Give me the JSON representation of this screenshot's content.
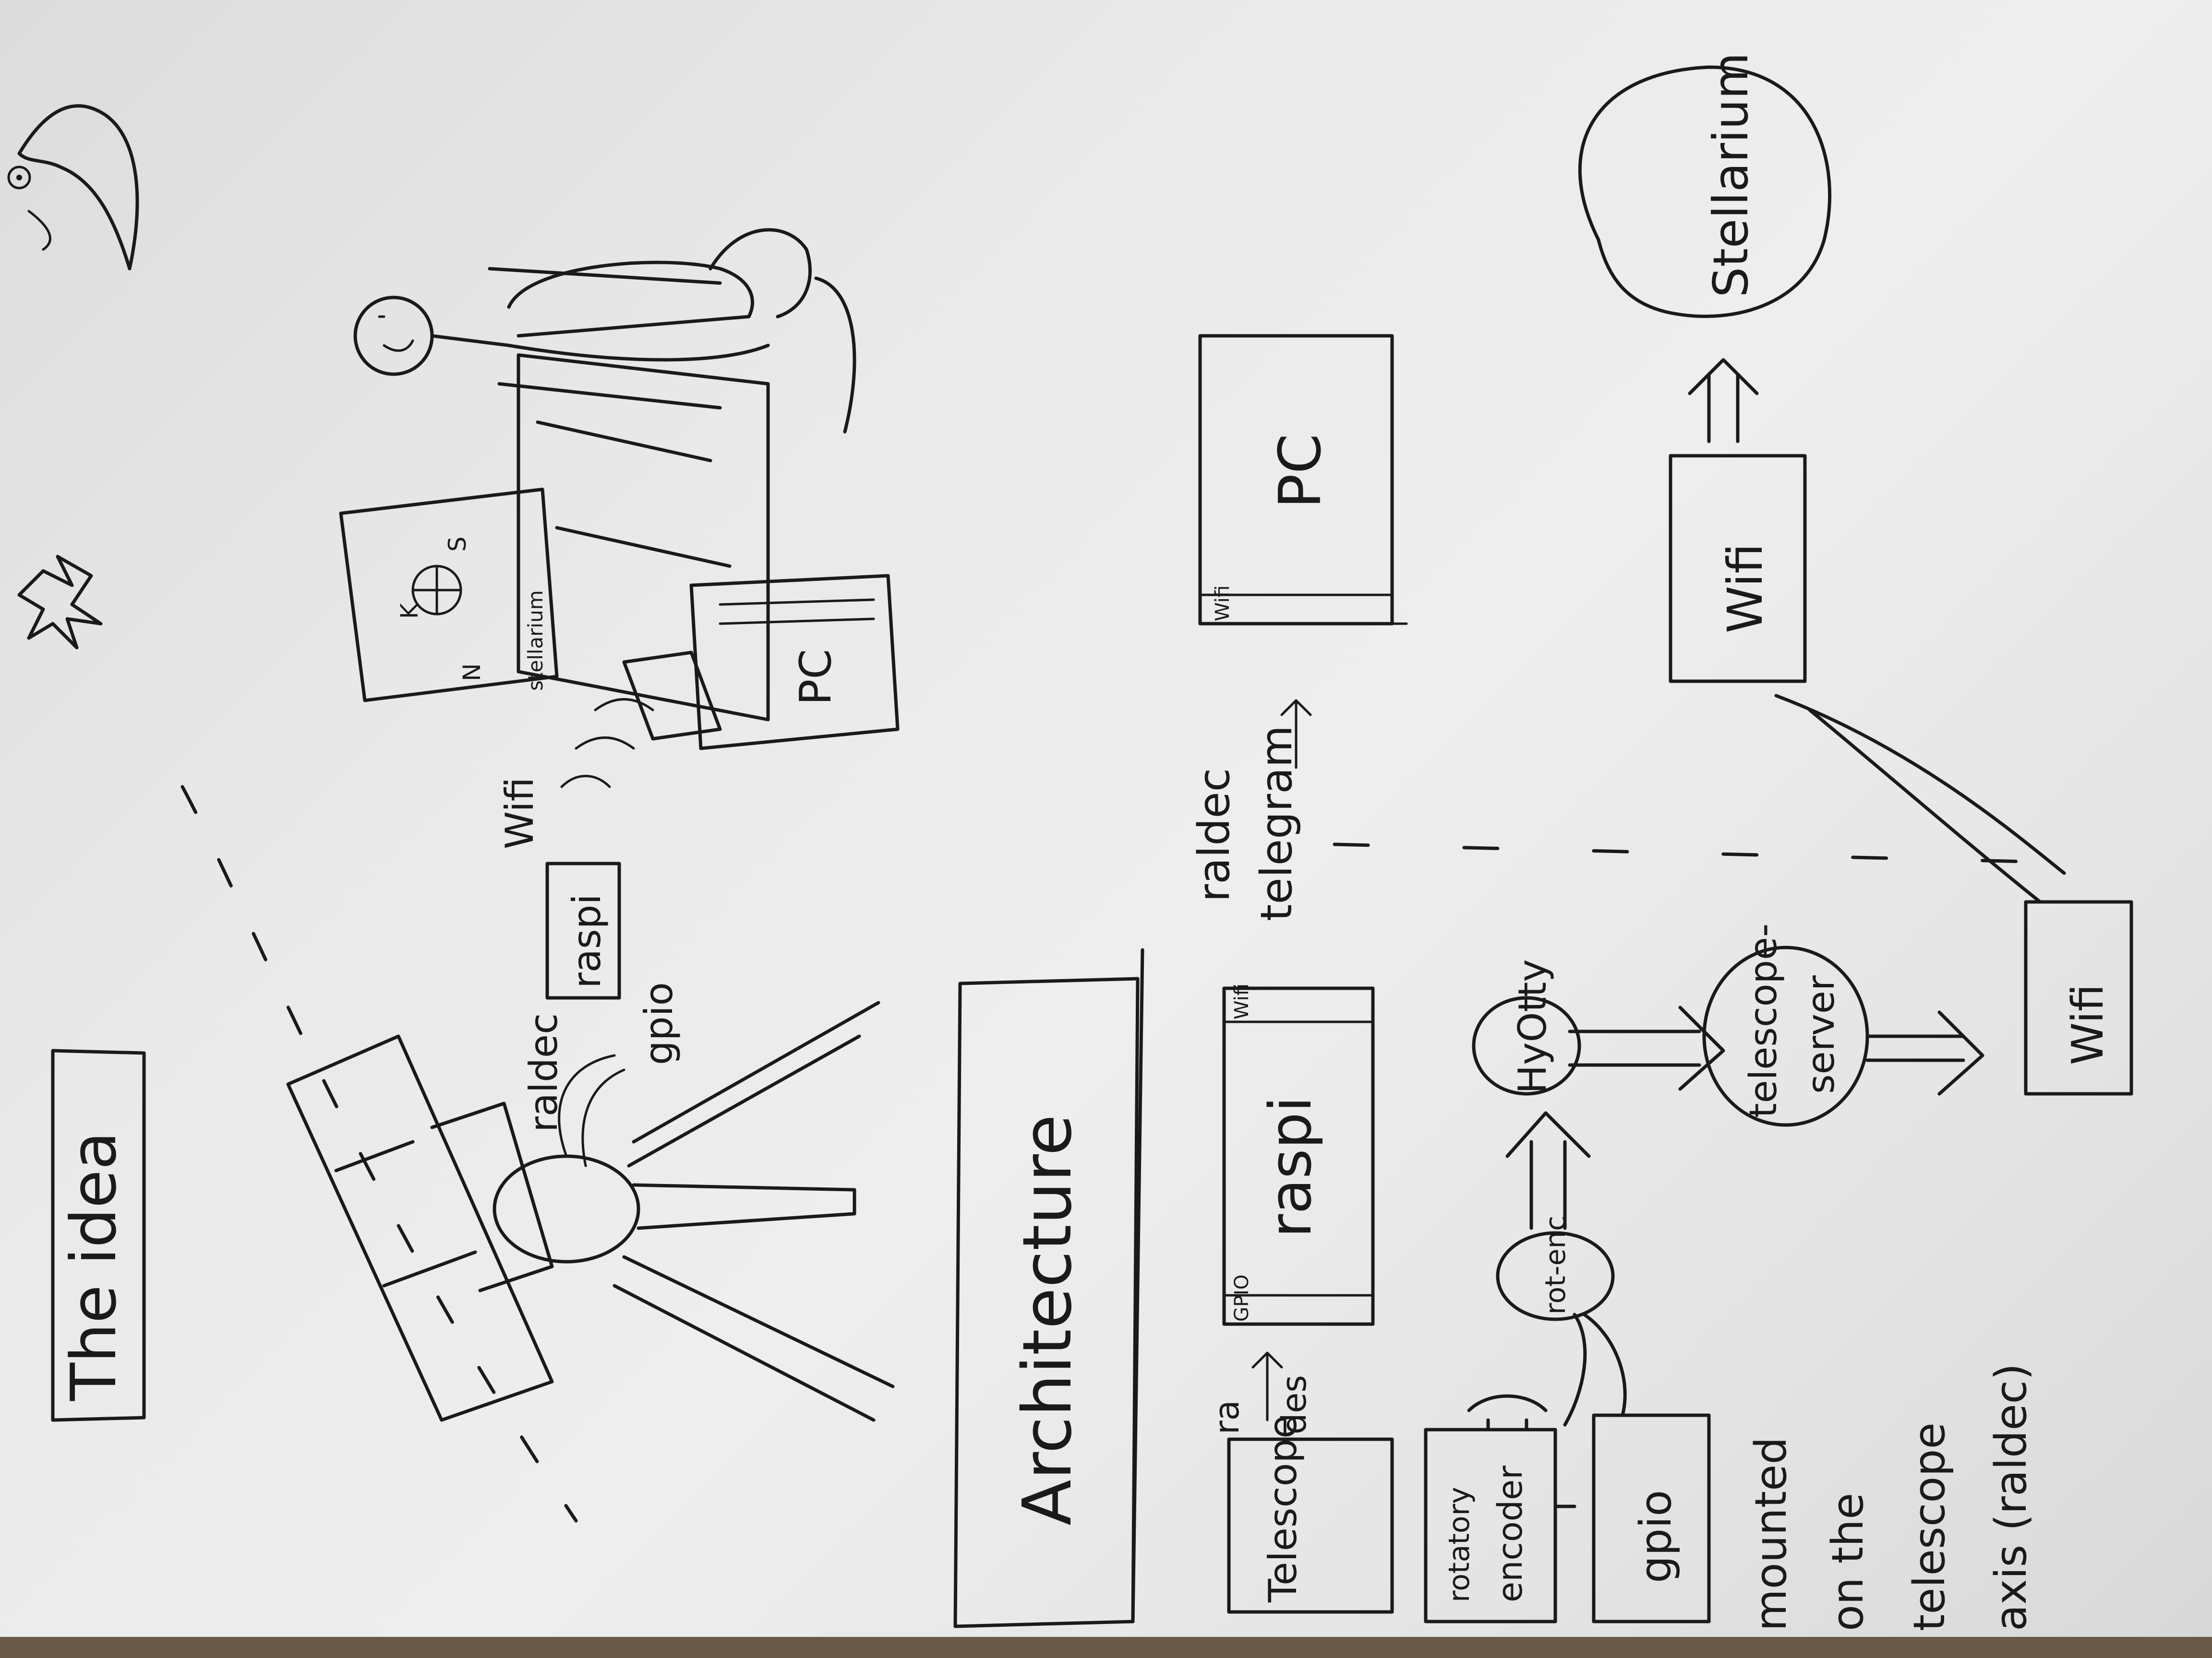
{
  "idea": {
    "title": "The idea",
    "labels": {
      "wifi": "Wifi",
      "raspi": "raspi",
      "raldec": "raldec",
      "gpio": "gpio",
      "pc": "PC",
      "stellarium_screen": "stellarium",
      "screen_n": "N",
      "screen_s": "S",
      "screen_k": "K"
    }
  },
  "architecture": {
    "title": "Architecture",
    "telescope": "Telescope",
    "ra_des": [
      "ra",
      "des"
    ],
    "raspi": "raspi",
    "raspi_port_left": "GPIO",
    "raspi_port_right": "Wifi",
    "raldec_telegram": [
      "raldec",
      "telegram"
    ],
    "pc": "PC",
    "pc_port": "Wifi",
    "rotary_encoder": [
      "rotatory",
      "encoder"
    ],
    "gpio": "gpio",
    "rot_enc": "rot-enc",
    "hyotty": "HyOtty",
    "telescope_server": [
      "telescope-",
      "server"
    ],
    "wifi_left": "Wifi",
    "wifi_right": "Wifi",
    "stellarium": "Stellarium",
    "note": [
      "mounted",
      "on the",
      "telescope",
      "axis (raldec)"
    ]
  }
}
